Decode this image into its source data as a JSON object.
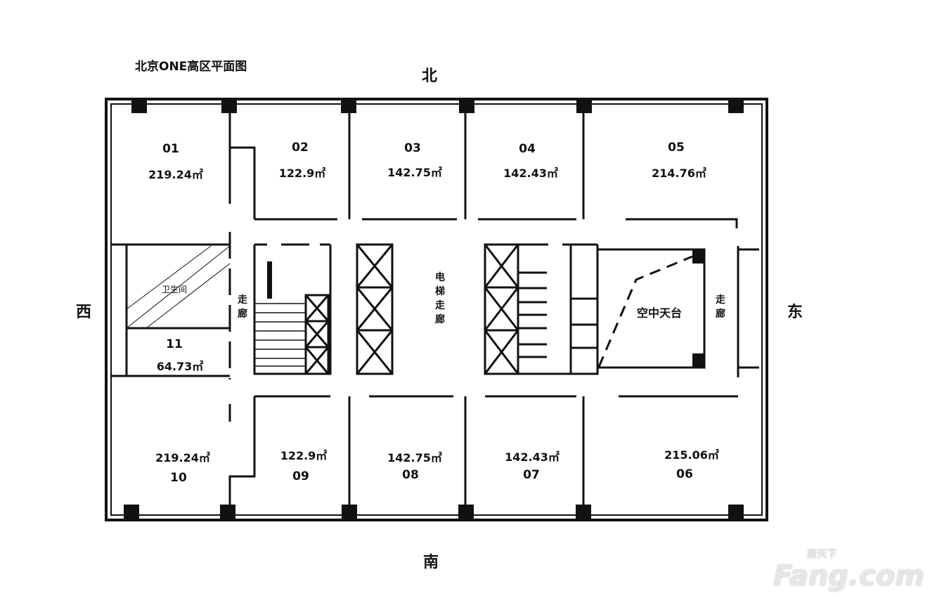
{
  "title": "北京ONE高区平面图",
  "directions": {
    "north": "北",
    "south": "南",
    "west": "西",
    "east": "东"
  },
  "rooms": [
    {
      "id": "01",
      "area": "219.24㎡"
    },
    {
      "id": "02",
      "area": "122.9㎡"
    },
    {
      "id": "03",
      "area": "142.75㎡"
    },
    {
      "id": "04",
      "area": "142.43㎡"
    },
    {
      "id": "05",
      "area": "214.76㎡"
    },
    {
      "id": "06",
      "area": "215.06㎡"
    },
    {
      "id": "07",
      "area": "142.43㎡"
    },
    {
      "id": "08",
      "area": "142.75㎡"
    },
    {
      "id": "09",
      "area": "122.9㎡"
    },
    {
      "id": "10",
      "area": "219.24㎡"
    },
    {
      "id": "11",
      "area": "64.73㎡"
    }
  ],
  "labels": {
    "restroom": "卫生间",
    "corridor": "走廊",
    "elevator_corridor": "电梯走廊",
    "sky_terrace": "空中天台"
  },
  "watermark": {
    "brand": "Fang.com",
    "cn": "房天下"
  }
}
